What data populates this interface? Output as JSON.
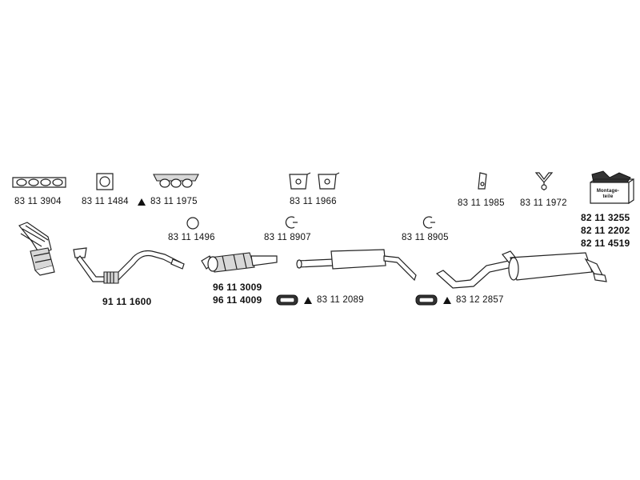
{
  "parts": {
    "manifold_gasket": "83 11 3904",
    "flange_gasket": "83 11 1484",
    "heat_shield": "83 11 1975",
    "mount_left": "83 11 1966",
    "bracket": "83 11 1985",
    "hanger": "83 11 1972",
    "ring_gasket": "83 11 1496",
    "clip_front": "83 11 8907",
    "clip_rear": "83 11 8905",
    "front_pipe": "91 11 1600",
    "catalyst_1": "96 11 3009",
    "catalyst_2": "96 11 4009",
    "clamp_front": "83 11 2089",
    "clamp_rear": "83 12 2857",
    "kit_1": "82 11 3255",
    "kit_2": "82 11 2202",
    "kit_3": "82 11 4519"
  },
  "kit_box_text": "Montage-teile"
}
